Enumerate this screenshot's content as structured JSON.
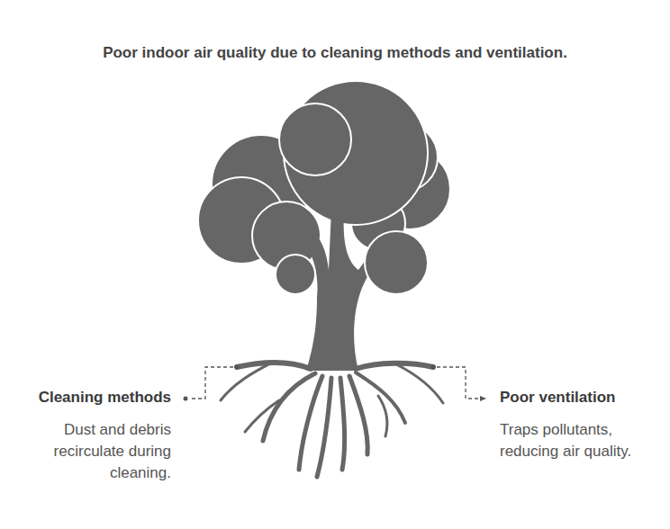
{
  "diagram": {
    "title": "Poor indoor air quality due to cleaning methods and ventilation.",
    "labels": [
      "Cleaning methods",
      "Dust and debris recirculate during cleaning.",
      "Poor ventilation",
      "Traps pollutants, reducing air quality."
    ]
  }
}
